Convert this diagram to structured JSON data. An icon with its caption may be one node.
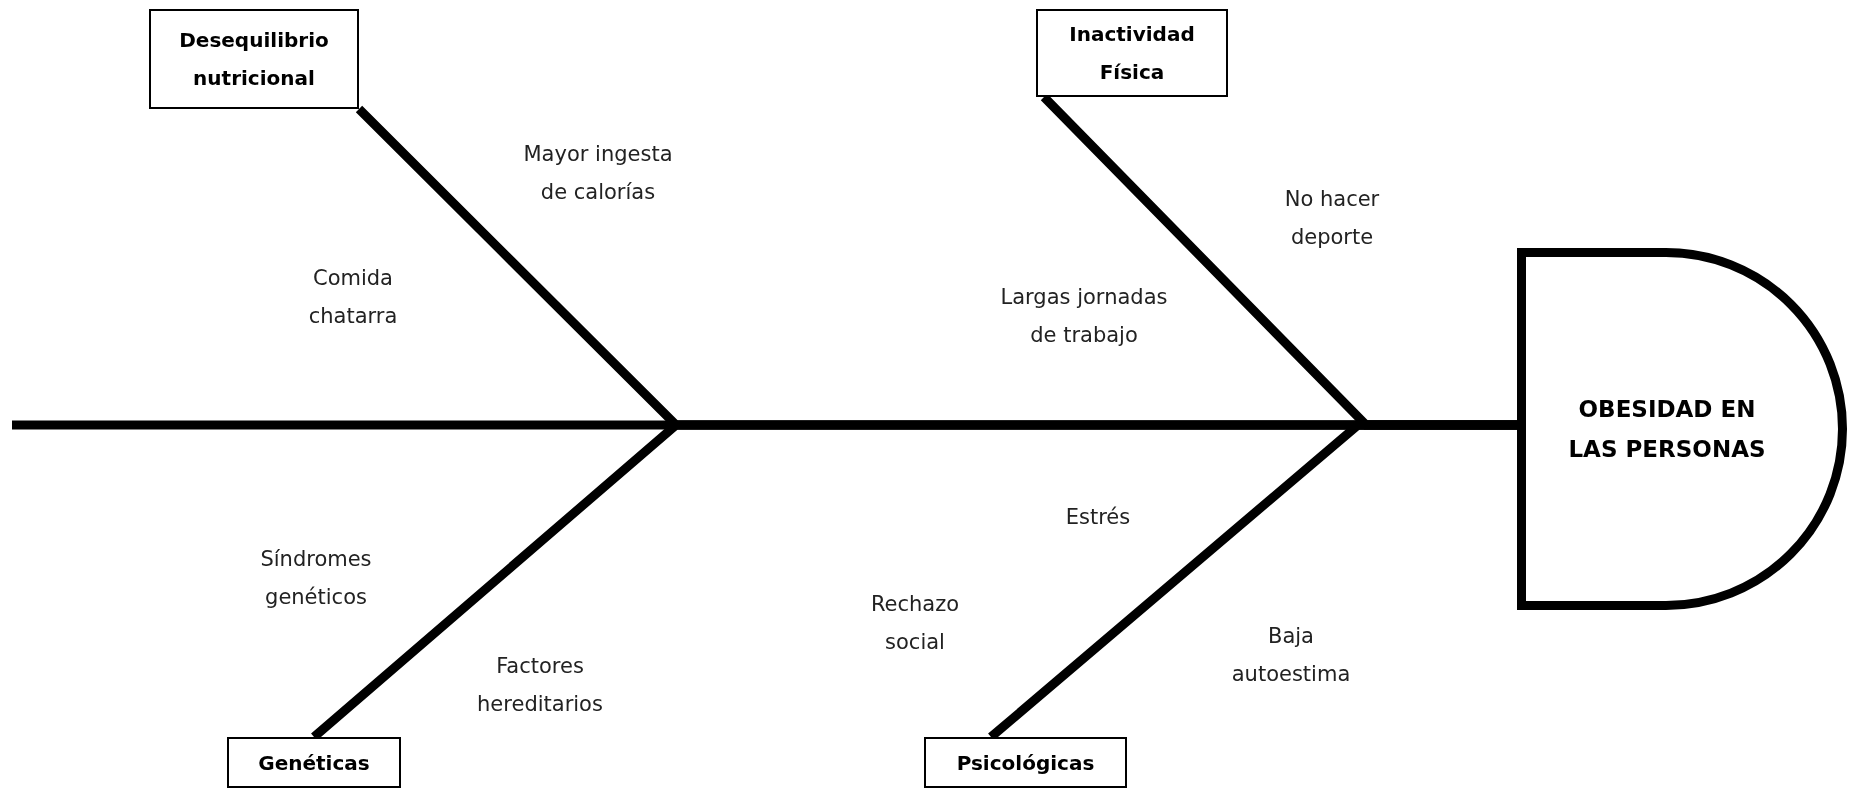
{
  "diagram": {
    "nodes": [
      {
        "text": [
          "Desequilibrio nutricional"
        ]
      },
      {
        "text": [
          "Inactividad Física"
        ]
      },
      {
        "text": [
          "OBESIDAD EN LAS PERSONAS"
        ]
      },
      {
        "text": [
          "Genéticas"
        ]
      },
      {
        "text": [
          "Psicológicas"
        ]
      }
    ],
    "edges": [
      {
        "from": null,
        "to": 2,
        "arrow": "none"
      },
      {
        "from": 0,
        "to": 2,
        "arrow": "none"
      },
      {
        "from": 1,
        "to": 2,
        "arrow": "none"
      },
      {
        "from": 3,
        "to": 2,
        "arrow": "none"
      },
      {
        "from": 4,
        "to": 2,
        "arrow": "none"
      }
    ],
    "labels": [
      "Mayor ingesta de calorías",
      "No hacer deporte",
      "Comida chatarra",
      "Largas jornadas de trabajo",
      "Estrés",
      "Síndromes genéticos",
      "Rechazo social",
      "Baja autoestima",
      "Factores hereditarios"
    ]
  }
}
